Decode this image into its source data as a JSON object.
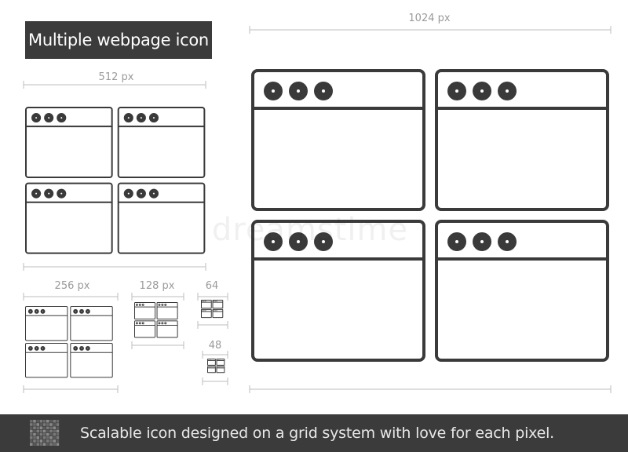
{
  "title": "Multiple webpage icon",
  "sizes": {
    "s1024": "1024 px",
    "s512": "512 px",
    "s256": "256 px",
    "s128": "128 px",
    "s64": "64",
    "s48": "48"
  },
  "watermark": "dreamstime",
  "footer": {
    "text": "Scalable icon designed on a grid system with love for each pixel.",
    "icon": "pixel-grid-icon"
  },
  "colors": {
    "dark": "#3b3b3b",
    "stroke": "#3a3a3a",
    "guide": "#bdbdbd"
  }
}
